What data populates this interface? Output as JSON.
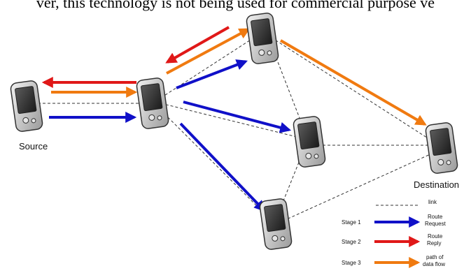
{
  "header_text": "ver, this technology is not being used for commercial purpose ve",
  "nodes": {
    "source_label": "Source",
    "destination_label": "Destination"
  },
  "legend": {
    "link": "link",
    "stage1": "Stage 1",
    "stage1_desc_1": "Route",
    "stage1_desc_2": "Request",
    "stage2": "Stage 2",
    "stage2_desc_1": "Route",
    "stage2_desc_2": "Reply",
    "stage3": "Stage 3",
    "stage3_desc_1": "path of",
    "stage3_desc_2": "data flow"
  },
  "colors": {
    "route_request": "#1010c8",
    "route_reply": "#e01818",
    "data_flow": "#f07a10",
    "link": "#333333"
  }
}
